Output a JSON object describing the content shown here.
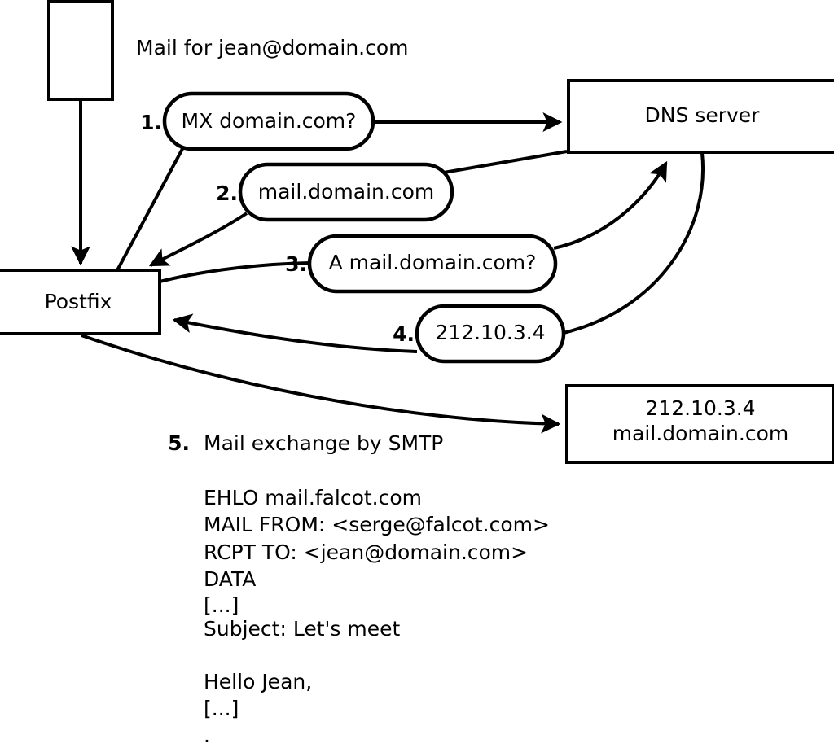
{
  "diagram": {
    "title_note": "Mail for jean@domain.com",
    "nodes": {
      "mail_client": {
        "label": ""
      },
      "postfix": {
        "label": "Postfix"
      },
      "dns_server": {
        "label": "DNS server"
      },
      "destination_server": {
        "line1": "212.10.3.4",
        "line2": "mail.domain.com"
      }
    },
    "steps": [
      {
        "num": "1.",
        "label": "MX domain.com?"
      },
      {
        "num": "2.",
        "label": "mail.domain.com"
      },
      {
        "num": "3.",
        "label": "A mail.domain.com?"
      },
      {
        "num": "4.",
        "label": "212.10.3.4"
      }
    ],
    "step5": {
      "num": "5.",
      "label": "Mail exchange by SMTP"
    },
    "smtp_transcript": [
      "EHLO mail.falcot.com",
      "MAIL FROM: <serge@falcot.com>",
      "RCPT TO: <jean@domain.com>",
      "DATA",
      "[...]",
      "Subject: Let's meet",
      "",
      "Hello Jean,",
      "[...]",
      "."
    ],
    "colors": {
      "stroke": "#000000",
      "fill": "#ffffff",
      "text": "#000000"
    }
  }
}
